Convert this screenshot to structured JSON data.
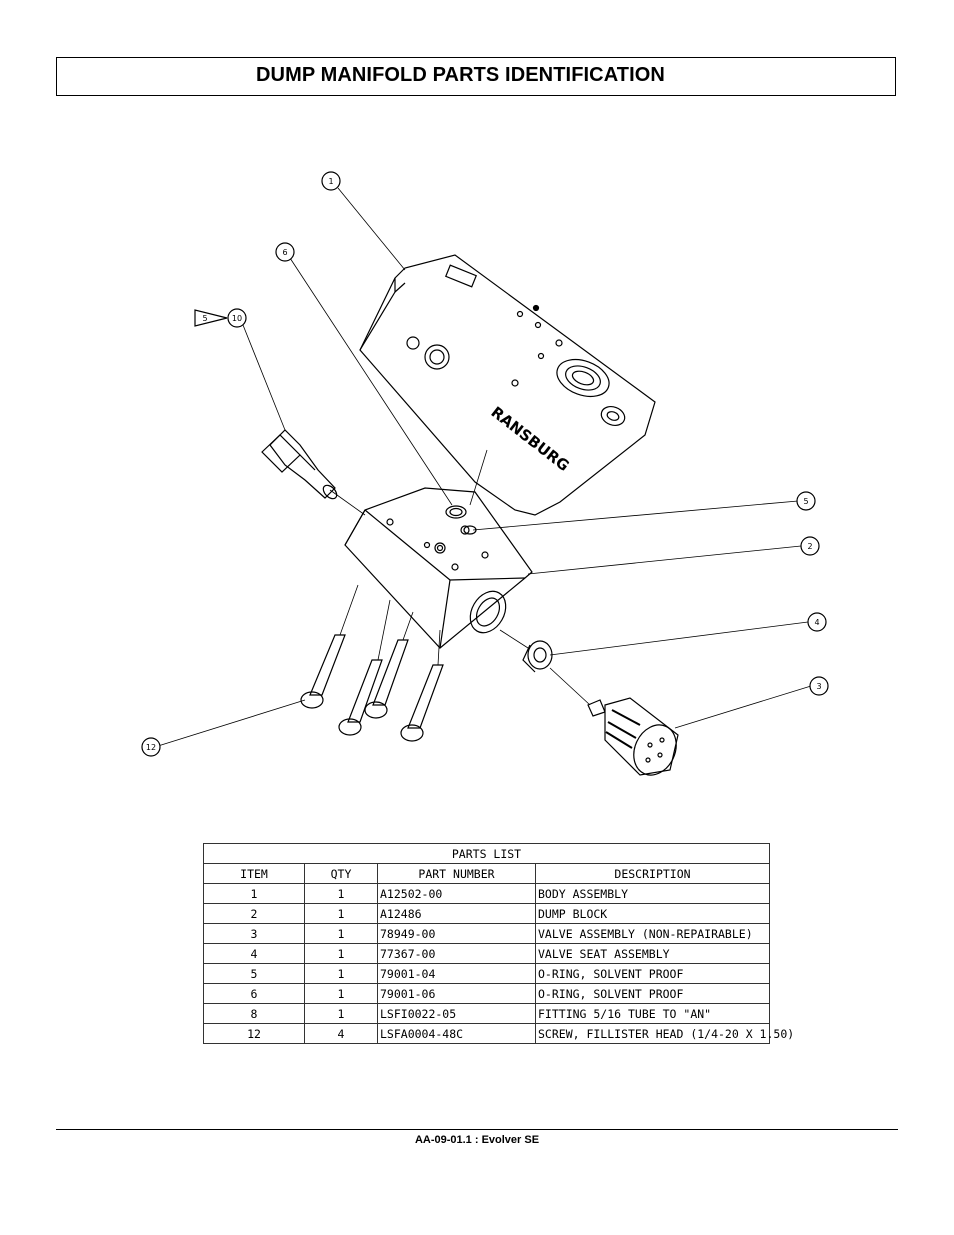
{
  "title": "DUMP MANIFOLD PARTS IDENTIFICATION",
  "drawing": {
    "brand": "RANSBURG",
    "callouts": [
      "1",
      "6",
      "10",
      "5",
      "2",
      "4",
      "3",
      "12"
    ],
    "note_flag": "5"
  },
  "parts_list": {
    "caption": "PARTS LIST",
    "headers": [
      "ITEM",
      "QTY",
      "PART NUMBER",
      "DESCRIPTION"
    ],
    "rows": [
      {
        "item": "1",
        "qty": "1",
        "part": "A12502-00",
        "desc": "BODY ASSEMBLY"
      },
      {
        "item": "2",
        "qty": "1",
        "part": "A12486",
        "desc": "DUMP BLOCK"
      },
      {
        "item": "3",
        "qty": "1",
        "part": "78949-00",
        "desc": "VALVE ASSEMBLY (NON-REPAIRABLE)"
      },
      {
        "item": "4",
        "qty": "1",
        "part": "77367-00",
        "desc": "VALVE SEAT ASSEMBLY"
      },
      {
        "item": "5",
        "qty": "1",
        "part": "79001-04",
        "desc": "O-RING, SOLVENT PROOF"
      },
      {
        "item": "6",
        "qty": "1",
        "part": "79001-06",
        "desc": "O-RING, SOLVENT PROOF"
      },
      {
        "item": "8",
        "qty": "1",
        "part": "LSFI0022-05",
        "desc": "FITTING  5/16 TUBE TO \"AN\""
      },
      {
        "item": "12",
        "qty": "4",
        "part": "LSFA0004-48C",
        "desc": "SCREW, FILLISTER HEAD (1/4-20 X 1.50)"
      }
    ]
  },
  "footer": "AA-09-01.1 : Evolver SE"
}
